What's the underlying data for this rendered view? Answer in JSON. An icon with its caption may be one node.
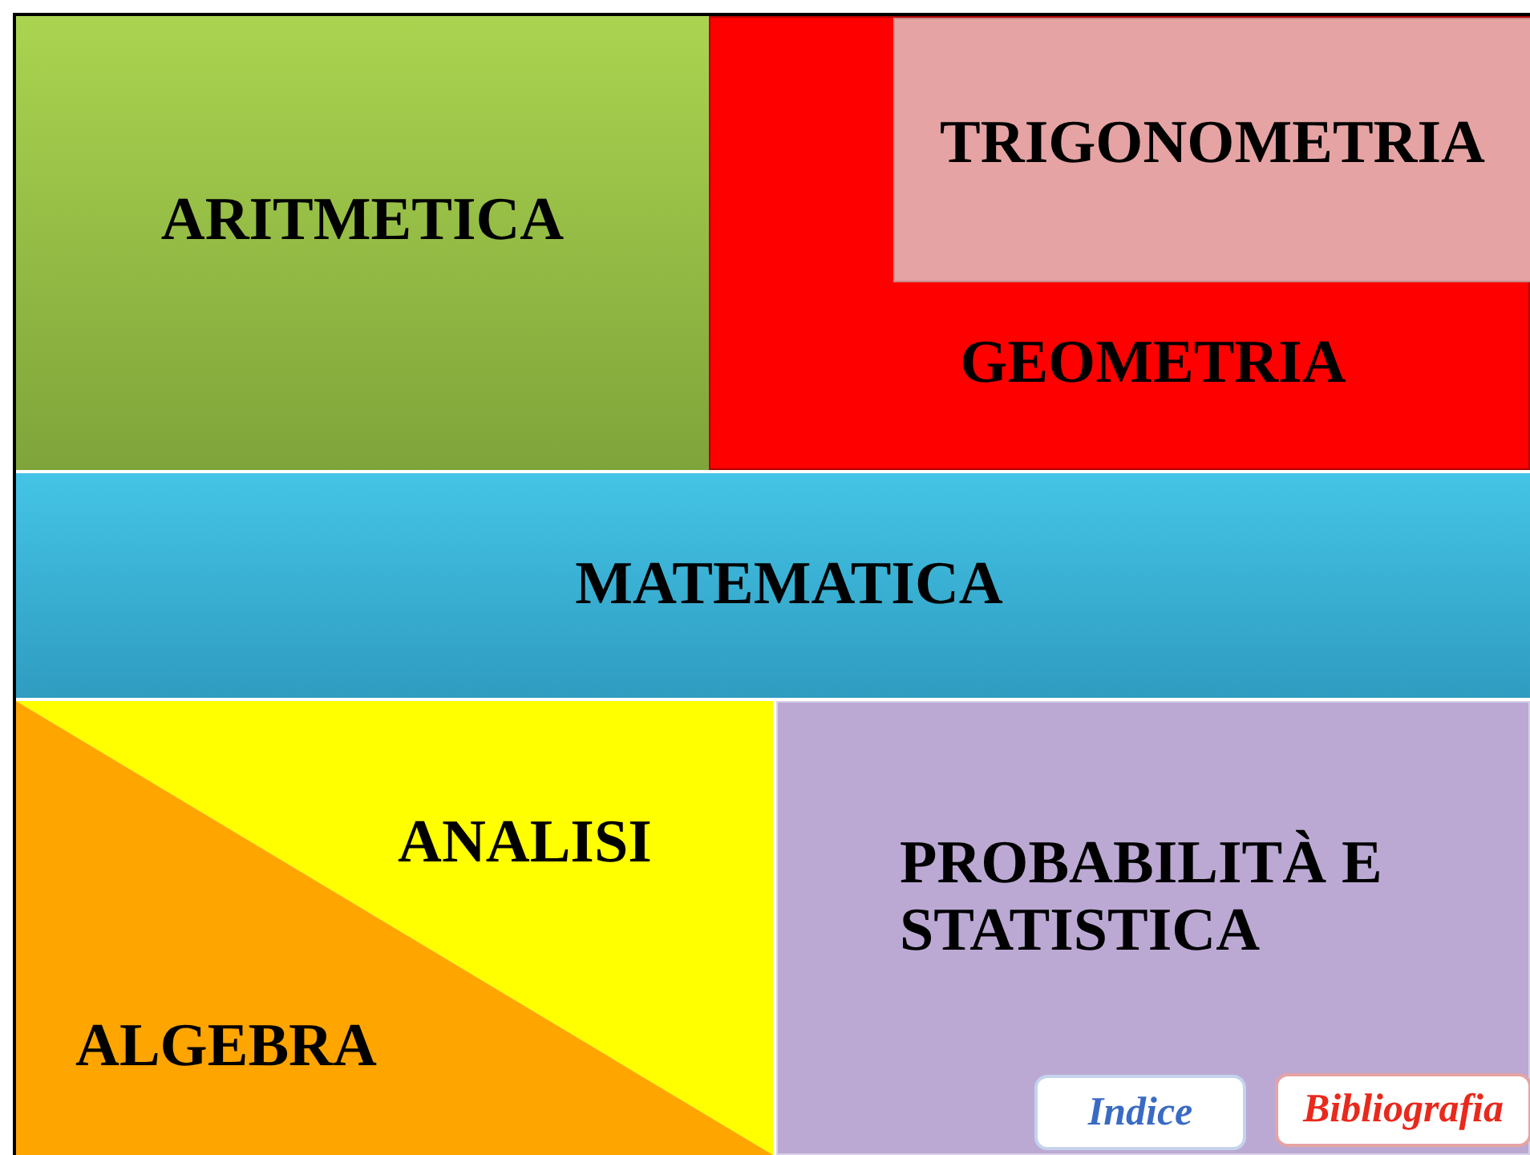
{
  "diagram": {
    "nodes": [
      {
        "text": [
          "ARITMETICA"
        ]
      },
      {
        "text": [
          "GEOMETRIA"
        ]
      },
      {
        "text": [
          "TRIGONOMETRIA"
        ],
        "in": 1
      },
      {
        "text": [
          "MATEMATICA"
        ]
      },
      {
        "text": [
          "ANALISI"
        ]
      },
      {
        "text": [
          "ALGEBRA"
        ]
      },
      {
        "text": [
          "PROBABILITÀ E STATISTICA"
        ]
      },
      {
        "text": [
          "Indice"
        ],
        "in": 6
      },
      {
        "text": [
          "Bibliografia"
        ],
        "in": 6
      }
    ],
    "edges": []
  }
}
